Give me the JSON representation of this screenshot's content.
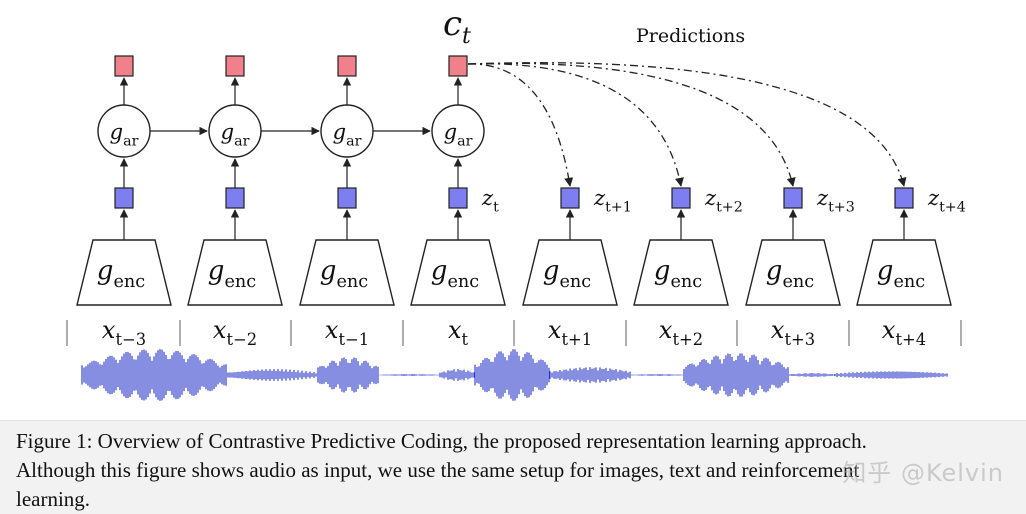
{
  "diagram": {
    "context_label": "c",
    "context_sub": "t",
    "predictions_label": "Predictions",
    "gar": {
      "base": "g",
      "sub": "ar"
    },
    "genc": {
      "base": "g",
      "sub": "enc"
    },
    "z_labels": [
      {
        "base": "z",
        "sub": "t"
      },
      {
        "base": "z",
        "sub": "t+1"
      },
      {
        "base": "z",
        "sub": "t+2"
      },
      {
        "base": "z",
        "sub": "t+3"
      },
      {
        "base": "z",
        "sub": "t+4"
      }
    ],
    "x_labels": [
      {
        "base": "x",
        "sub": "t−3"
      },
      {
        "base": "x",
        "sub": "t−2"
      },
      {
        "base": "x",
        "sub": "t−1"
      },
      {
        "base": "x",
        "sub": "t"
      },
      {
        "base": "x",
        "sub": "t+1"
      },
      {
        "base": "x",
        "sub": "t+2"
      },
      {
        "base": "x",
        "sub": "t+3"
      },
      {
        "base": "x",
        "sub": "t+4"
      }
    ],
    "colors": {
      "context_box": "#f0808a",
      "latent_box": "#7d7ff0",
      "waveform": "#2332c9",
      "stroke": "#222222"
    }
  },
  "caption": {
    "line1": "Figure 1: Overview of Contrastive Predictive Coding, the proposed representation learning approach.",
    "line2": "Although this figure shows audio as input, we use the same setup for images, text and reinforcement",
    "line3": "learning."
  },
  "watermark": "知乎 @Kelvin"
}
